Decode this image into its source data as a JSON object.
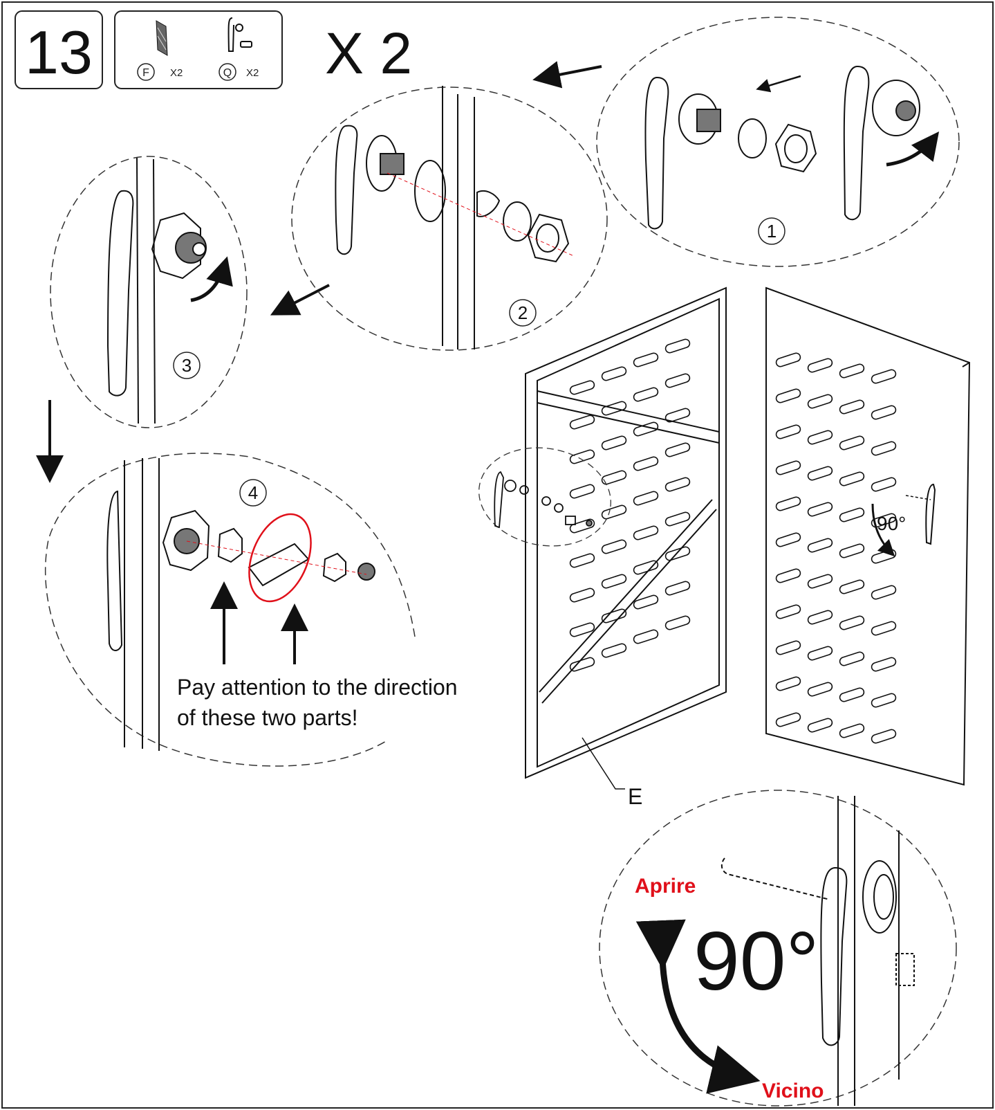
{
  "step": {
    "number": "13",
    "multiplier": "X 2",
    "parts": [
      {
        "id": "F",
        "qty": "X2"
      },
      {
        "id": "Q",
        "qty": "X2"
      }
    ]
  },
  "substeps": [
    {
      "num": "1"
    },
    {
      "num": "2"
    },
    {
      "num": "3"
    },
    {
      "num": "4"
    }
  ],
  "note": {
    "line1": "Pay attention to the direction",
    "line2": "of these two parts!"
  },
  "panel": {
    "label": "E",
    "angle": "90°"
  },
  "rotation": {
    "angle": "90°",
    "open_label": "Aprire",
    "close_label": "Vicino"
  },
  "colors": {
    "line": "#111111",
    "highlight": "#e0101a",
    "label_red": "#e0101a",
    "background": "#ffffff"
  }
}
